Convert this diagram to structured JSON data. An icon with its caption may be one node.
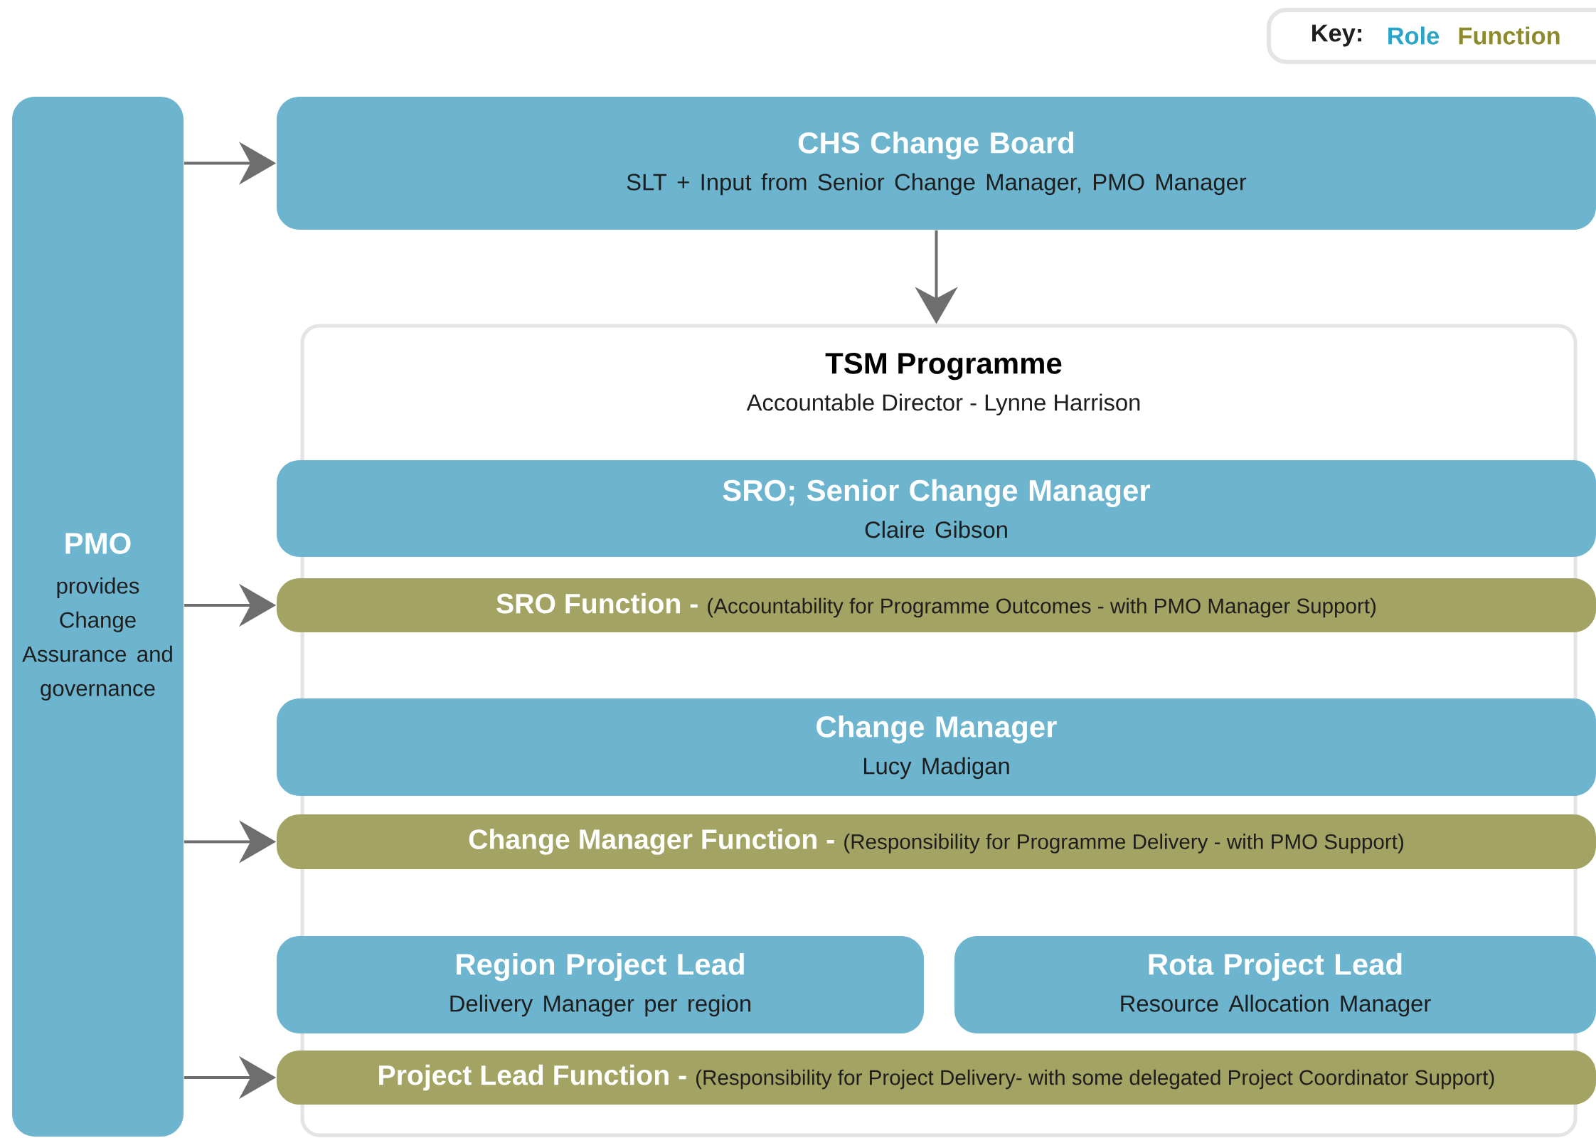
{
  "diagram": {
    "nodes": [
      {
        "text": [
          "PMO",
          "provides Change Assurance and governance"
        ]
      },
      {
        "text": [
          "CHS Change Board",
          "SLT + Input from Senior Change Manager, PMO Manager"
        ]
      },
      {
        "text": [
          "TSM Programme",
          "Accountable Director - Lynne Harrison"
        ]
      },
      {
        "text": [
          "SRO; Senior Change Manager",
          "Claire Gibson"
        ],
        "in": 2
      },
      {
        "text": [
          "SRO Function -",
          "(Accountability for Programme Outcomes - with PMO Manager Support)"
        ],
        "in": 2
      },
      {
        "text": [
          "Change Manager",
          "Lucy Madigan"
        ],
        "in": 2
      },
      {
        "text": [
          "Change Manager Function -",
          "(Responsibility for Programme Delivery - with PMO Support)"
        ],
        "in": 2
      },
      {
        "text": [
          "Region Project Lead",
          "Delivery Manager per region"
        ],
        "in": 2
      },
      {
        "text": [
          "Rota Project Lead",
          "Resource Allocation Manager"
        ],
        "in": 2
      },
      {
        "text": [
          "Project Lead Function -",
          "(Responsibility for Project Delivery- with some delegated Project Coordinator Support)"
        ],
        "in": 2
      }
    ],
    "edges": [
      {
        "from": 0,
        "to": 1,
        "arrow": "to"
      },
      {
        "from": 1,
        "to": 2,
        "arrow": "to"
      },
      {
        "from": 0,
        "to": 4,
        "arrow": "to"
      },
      {
        "from": 0,
        "to": 6,
        "arrow": "to"
      },
      {
        "from": 0,
        "to": 9,
        "arrow": "to"
      }
    ],
    "labels": [
      "Key:"
    ],
    "legend": [
      {
        "text": "Role",
        "color": "#2ba4c9"
      },
      {
        "text": "Function",
        "color": "#8c8a2c"
      }
    ]
  }
}
